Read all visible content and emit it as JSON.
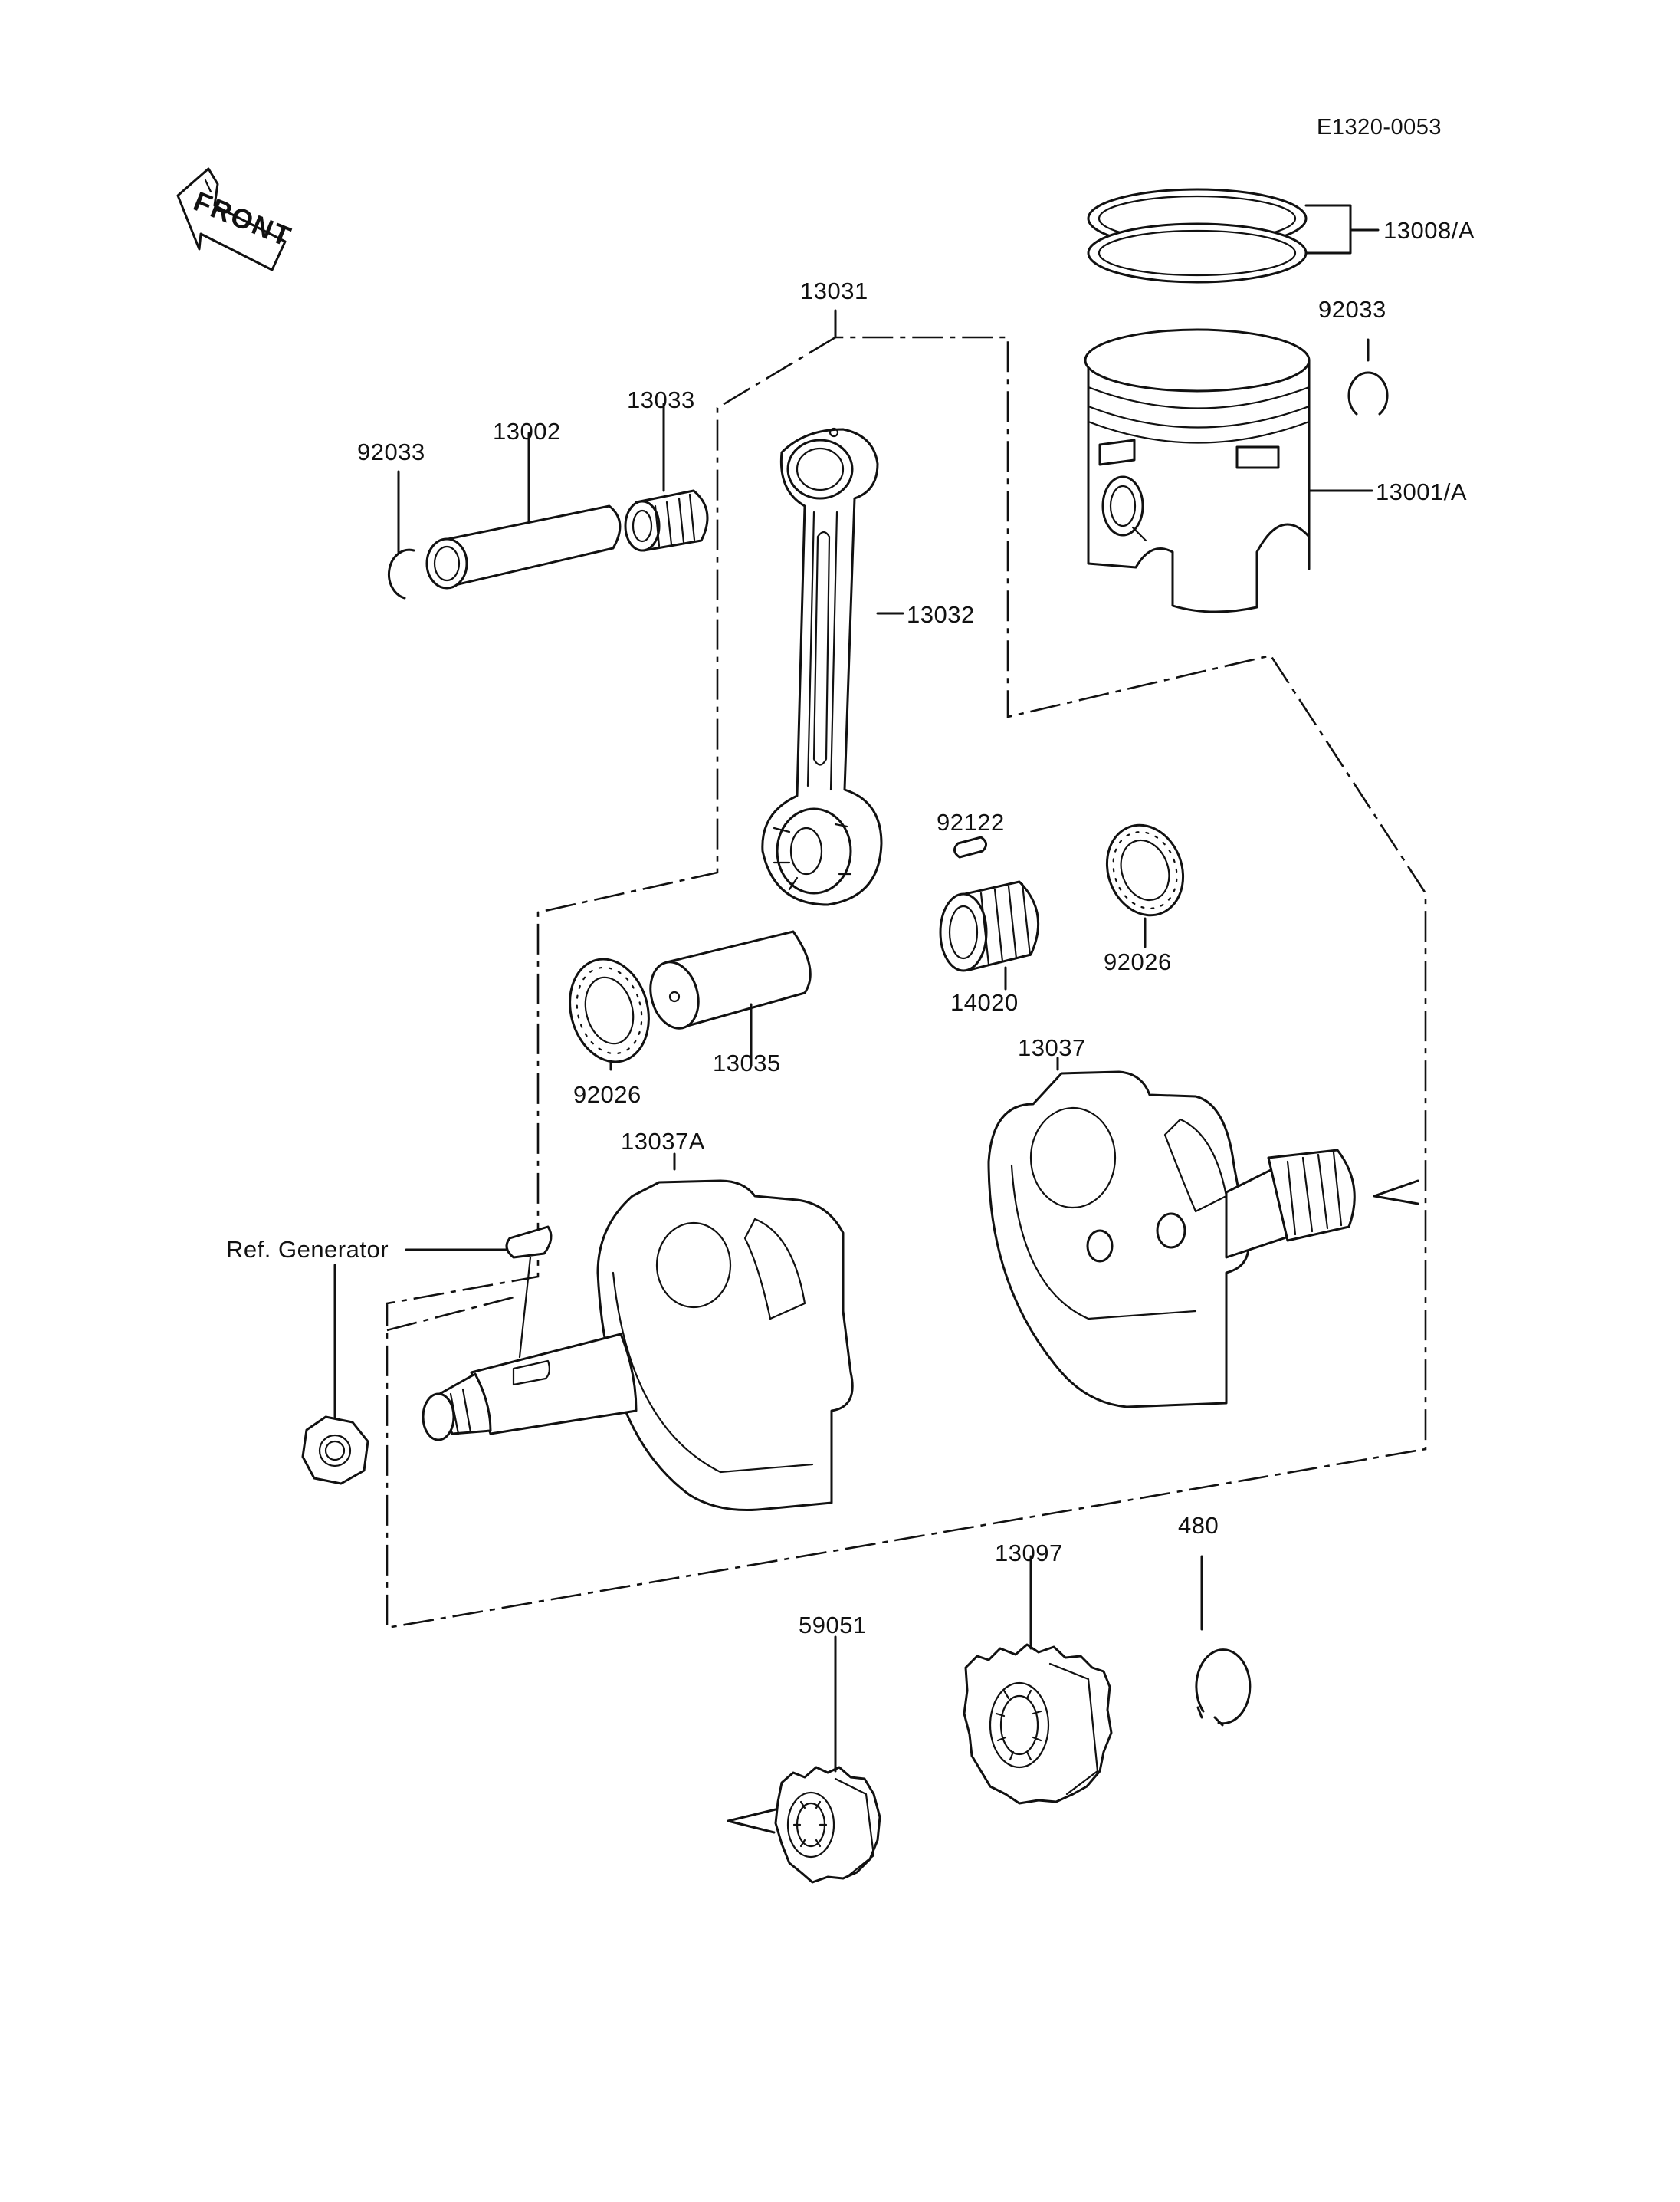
{
  "diagram_code": "E1320-0053",
  "front_arrow_text": "FRONT",
  "parts": [
    {
      "number": "13008/A",
      "name": "piston-ring-set"
    },
    {
      "number": "92033",
      "name": "snap-ring-right"
    },
    {
      "number": "13001/A",
      "name": "piston"
    },
    {
      "number": "13031",
      "name": "crankshaft-assembly"
    },
    {
      "number": "92033",
      "name": "snap-ring-left"
    },
    {
      "number": "13002",
      "name": "piston-pin"
    },
    {
      "number": "13033",
      "name": "small-end-bearing"
    },
    {
      "number": "13032",
      "name": "connecting-rod"
    },
    {
      "number": "92122",
      "name": "crank-pin-roller"
    },
    {
      "number": "92026",
      "name": "thrust-washer-right"
    },
    {
      "number": "14020",
      "name": "big-end-bearing"
    },
    {
      "number": "92026",
      "name": "thrust-washer-left"
    },
    {
      "number": "13035",
      "name": "crank-pin"
    },
    {
      "number": "13037",
      "name": "crank-flywheel-right"
    },
    {
      "number": "13037A",
      "name": "crank-flywheel-left"
    },
    {
      "number": "Ref. Generator",
      "name": "woodruff-key-and-nut"
    },
    {
      "number": "480",
      "name": "circlip"
    },
    {
      "number": "13097",
      "name": "primary-gear"
    },
    {
      "number": "59051",
      "name": "pump-drive-gear"
    }
  ]
}
